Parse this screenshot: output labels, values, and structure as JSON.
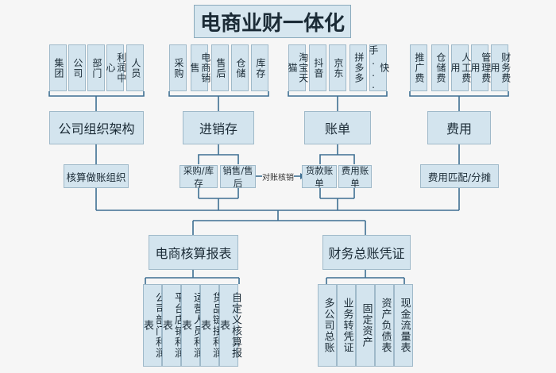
{
  "title": "电商业财一体化",
  "top_groups": [
    {
      "items": [
        "集团",
        "公司",
        "部门",
        "利润中心",
        "人员"
      ]
    },
    {
      "items": [
        "采购",
        "电商销售",
        "售后",
        "仓储",
        "库存"
      ]
    },
    {
      "items": [
        "淘宝天猫",
        "抖音",
        "京东",
        "拼多多",
        "快手..."
      ]
    },
    {
      "items": [
        "推广费",
        "仓储费",
        "人工费用",
        "管理费用",
        "财务费用"
      ]
    }
  ],
  "categories": [
    "公司组织架构",
    "进销存",
    "账单",
    "费用"
  ],
  "sub_boxes": {
    "org": "核算做账组织",
    "purchase": "采购/库存",
    "sales": "销售/售后",
    "payment": "货款账单",
    "expense_bill": "费用账单",
    "expense_alloc": "费用匹配/分摊"
  },
  "reconcile_label": "对账核销",
  "reports": [
    {
      "title": "电商核算报表",
      "items": [
        "公司部门利润表",
        "平台店铺利润表",
        "运营人员利润表",
        "货品链接利润表",
        "自定义核算报表"
      ]
    },
    {
      "title": "财务总账凭证",
      "items": [
        "多公司总账",
        "业务转凭证",
        "固定资产",
        "资产负债表",
        "现金流量表"
      ]
    }
  ],
  "colors": {
    "box_fill": "#d3e4ee",
    "box_border": "#9fb9c9",
    "line": "#3e6f92",
    "background": "#f6f6f6"
  }
}
